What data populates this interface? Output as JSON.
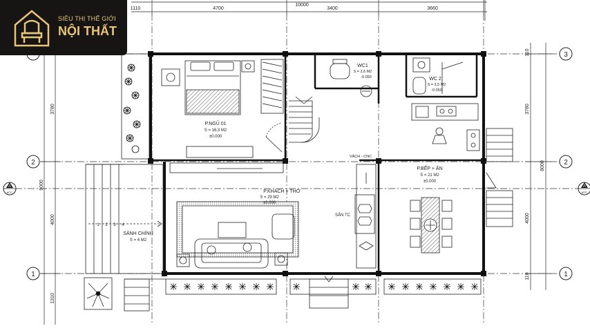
{
  "brand": {
    "line1": "SIÊU THỊ THẾ GIỚI",
    "line2": "NỘI THẤT",
    "logo_icon": "chair-house-icon",
    "color": "#e8c57a",
    "bg": "#161513"
  },
  "dimensions": {
    "total_top": "10000",
    "top_segments": [
      "1110",
      "4700",
      "3400",
      "3660"
    ],
    "right_top": "110",
    "right_mid": "3780",
    "right_total": "8000",
    "right_lower": "4000",
    "right_bottom": "110",
    "left_total": "9000",
    "left_upper": "3780",
    "left_lower": "4000",
    "left_bottom": "1310"
  },
  "grid_markers": {
    "axis_1": "1",
    "axis_2": "2",
    "axis_3": "3",
    "section_a": "A",
    "section_ref": "MTC"
  },
  "rooms": {
    "bedroom": {
      "name": "P.NGỦ 01",
      "area": "S = 16,3 M2",
      "level": "±0.000"
    },
    "wc1": {
      "name": "WC1",
      "area": "S = 2,6 M2",
      "level": "-0.050"
    },
    "wc2": {
      "name": "WC 2",
      "area": "S = 3,5 M2",
      "level": "-0.050"
    },
    "living": {
      "name": "P.KHÁCH + THỜ",
      "area": "S = 29 M2",
      "level": "±0.000"
    },
    "kitchen": {
      "name": "P.BẾP + ĂN",
      "area": "S = 21 M2",
      "level": "±0.000"
    },
    "lobby": {
      "name": "SẢNH CHÍNH",
      "area": "S = 4 M2"
    },
    "courtyard": {
      "name": "SÂN TC"
    },
    "door_label": {
      "name": "VÁCH - CNC"
    }
  },
  "stair_steps": [
    "1",
    "2",
    "3",
    "4"
  ],
  "colors": {
    "line": "#1a1a1a",
    "wall": "#111111",
    "hatch": "#555555"
  }
}
